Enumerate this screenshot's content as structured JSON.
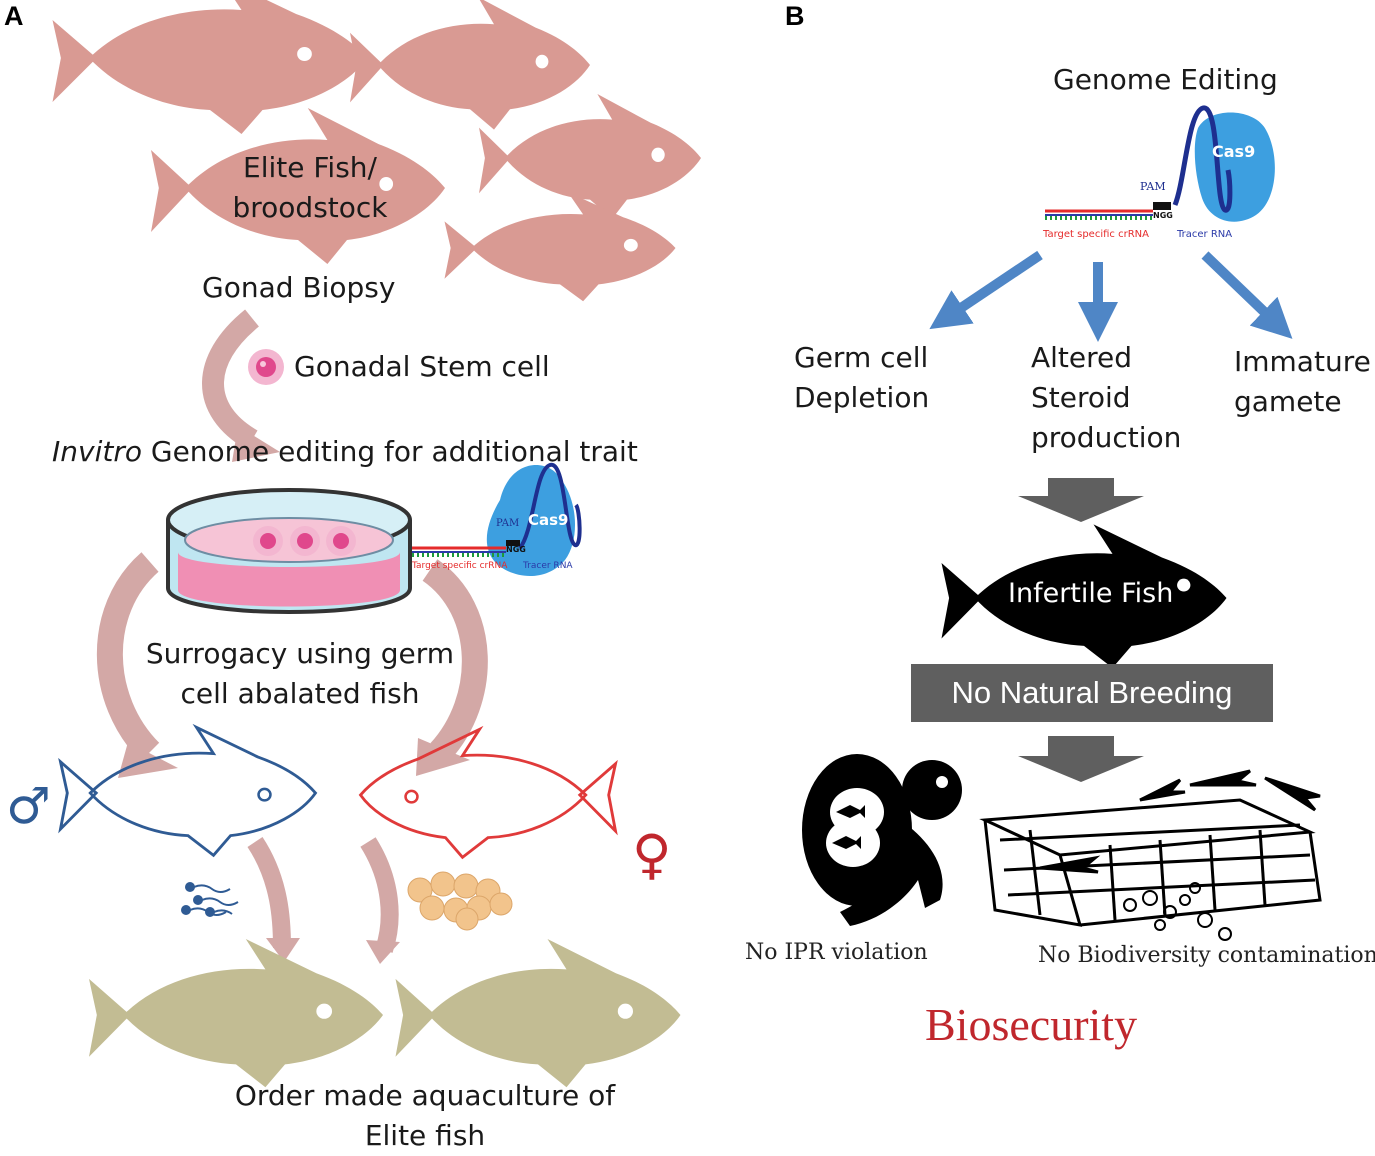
{
  "panel_a": {
    "label": "A",
    "elite_fish": [
      "Elite Fish/",
      "broodstock"
    ],
    "gonad_biopsy": "Gonad Biopsy",
    "gonadal_stem_cell": "Gonadal Stem cell",
    "invitro_italic": "Invitro",
    "invitro_rest": " Genome editing for additional trait",
    "surrogacy": [
      "Surrogacy using germ",
      "cell abalated fish"
    ],
    "order_made": [
      "Order made aquaculture of",
      "Elite fish"
    ],
    "male_symbol": "♂",
    "female_symbol": "♀",
    "cas9": {
      "protein": "Cas9",
      "pam": "PAM",
      "ngg": "NGG",
      "crrna": "Target  specific crRNA",
      "tracer": "Tracer RNA"
    }
  },
  "panel_b": {
    "label": "B",
    "genome_editing": "Genome Editing",
    "cas9": {
      "protein": "Cas9",
      "pam": "PAM",
      "ngg": "NGG",
      "crrna": "Target  specific crRNA",
      "tracer": "Tracer RNA"
    },
    "outcomes": [
      [
        "Germ cell",
        "Depletion"
      ],
      [
        "Altered",
        "Steroid",
        "production"
      ],
      [
        "Immature",
        "gamete"
      ]
    ],
    "infertile_fish": "Infertile Fish",
    "no_natural_breeding": "No Natural Breeding",
    "no_ipr": "No IPR violation",
    "no_biodiversity": "No Biodiversity contamination",
    "biosecurity": "Biosecurity"
  },
  "colors": {
    "elite_fish": "#d99a93",
    "offspring_fish": "#c2bc93",
    "male": "#2f5b94",
    "female": "#e03a3a",
    "cas9": "#3d9fe0",
    "arrow_blue": "#4f86c6",
    "arrow_curved": "#d3a8a6",
    "biosecurity": "#c0272d"
  }
}
